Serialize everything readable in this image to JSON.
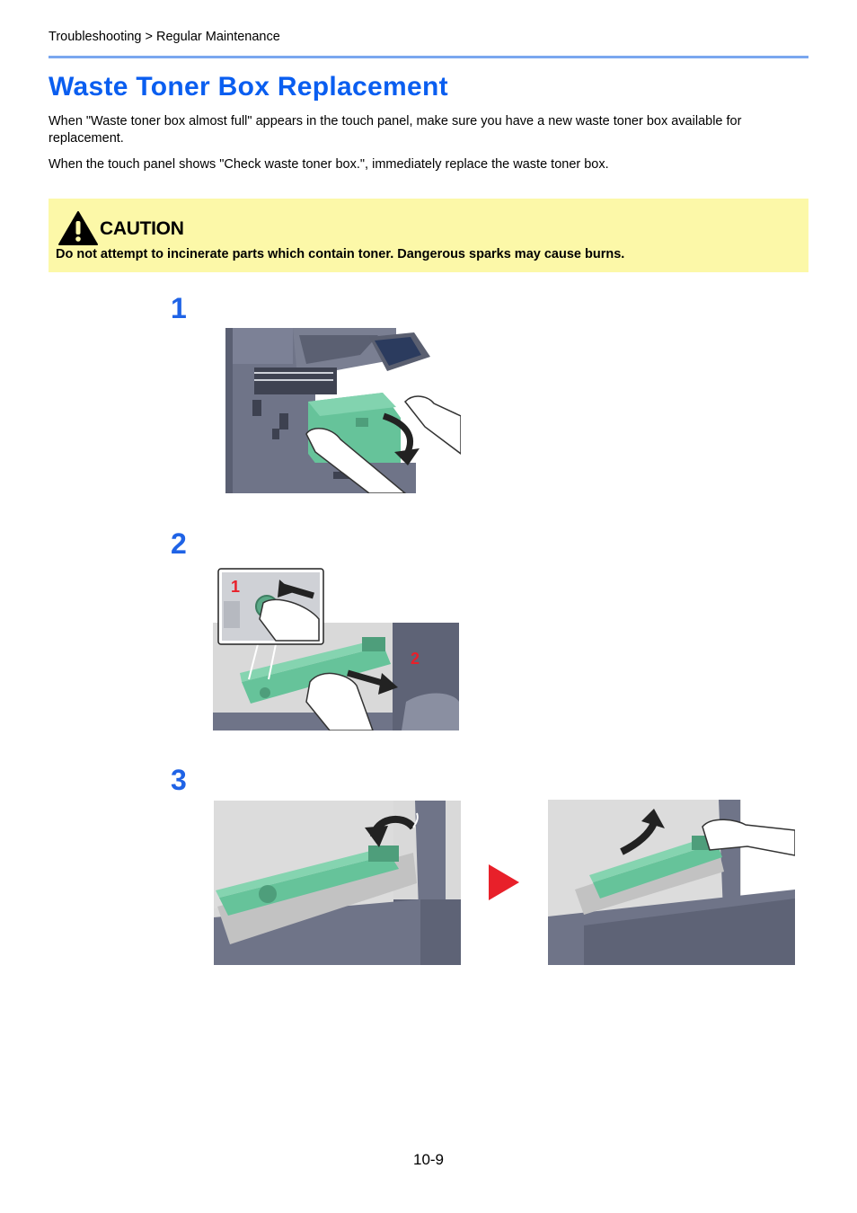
{
  "header": {
    "breadcrumb": "Troubleshooting > Regular Maintenance"
  },
  "title": "Waste Toner Box Replacement",
  "paragraphs": [
    "When \"Waste toner box almost full\" appears in the touch panel, make sure you have a new waste toner box available for replacement.",
    "When the touch panel shows \"Check waste toner box.\", immediately replace the waste toner box."
  ],
  "caution": {
    "title": "CAUTION",
    "text": "Do not attempt to incinerate parts which contain toner. Dangerous sparks may cause burns."
  },
  "steps": [
    {
      "number": "1"
    },
    {
      "number": "2",
      "callouts": [
        "1",
        "2"
      ]
    },
    {
      "number": "3"
    }
  ],
  "footer": {
    "page_number": "10-9"
  },
  "colors": {
    "title": "#0a5ef0",
    "rule": "#7aa7ef",
    "caution_bg": "#fcf8a8",
    "step_number": "#1f63e6",
    "arrow": "#e8202a",
    "toner": "#66c39a"
  },
  "icons": [
    "warning-triangle-icon",
    "next-arrow-icon"
  ]
}
